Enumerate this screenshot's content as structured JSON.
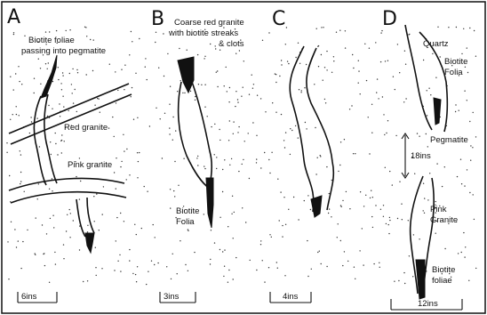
{
  "panels": [
    {
      "letter": "A",
      "notes": [
        "Biotite foliae",
        "passing into pegmatite",
        "Red granite",
        "Pink granite"
      ],
      "scale": "6ins"
    },
    {
      "letter": "B",
      "notes": [
        "Coarse red granite",
        "with biotite streaks",
        "& clots",
        "Biotite",
        "Folia"
      ],
      "scale": "3ins"
    },
    {
      "letter": "C",
      "notes": [],
      "scale": "4ins"
    },
    {
      "letter": "D",
      "notes": [
        "Quartz",
        "Biotite",
        "Folia",
        "Pegmatite",
        "18ins",
        "Pink",
        "Granite",
        "Biotite",
        "foliae"
      ],
      "scale": "12ins"
    }
  ],
  "colors": {
    "ink": "#111111",
    "paper": "#ffffff"
  }
}
